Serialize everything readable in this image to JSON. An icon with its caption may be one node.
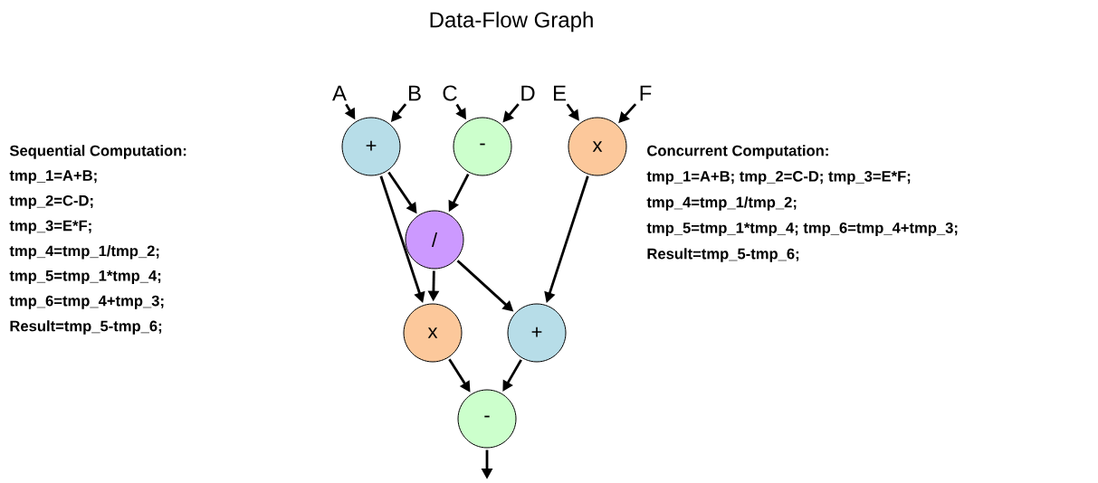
{
  "diagram": {
    "title": "Data-Flow Graph",
    "nodes": [
      {
        "text": [
          "A"
        ]
      },
      {
        "text": [
          "B"
        ]
      },
      {
        "text": [
          "C"
        ]
      },
      {
        "text": [
          "D"
        ]
      },
      {
        "text": [
          "E"
        ]
      },
      {
        "text": [
          "F"
        ]
      },
      {
        "text": [
          "+"
        ]
      },
      {
        "text": [
          "-"
        ]
      },
      {
        "text": [
          "x"
        ]
      },
      {
        "text": [
          "/"
        ]
      },
      {
        "text": [
          "x"
        ]
      },
      {
        "text": [
          "+"
        ]
      },
      {
        "text": [
          "-"
        ]
      }
    ],
    "edges": [
      {
        "from": 0,
        "to": 6,
        "arrow": "to"
      },
      {
        "from": 1,
        "to": 6,
        "arrow": "to"
      },
      {
        "from": 2,
        "to": 7,
        "arrow": "to"
      },
      {
        "from": 3,
        "to": 7,
        "arrow": "to"
      },
      {
        "from": 4,
        "to": 8,
        "arrow": "to"
      },
      {
        "from": 5,
        "to": 8,
        "arrow": "to"
      },
      {
        "from": 6,
        "to": 9,
        "arrow": "to"
      },
      {
        "from": 7,
        "to": 9,
        "arrow": "to"
      },
      {
        "from": 6,
        "to": 10,
        "arrow": "to"
      },
      {
        "from": 9,
        "to": 10,
        "arrow": "to"
      },
      {
        "from": 9,
        "to": 11,
        "arrow": "to"
      },
      {
        "from": 8,
        "to": 11,
        "arrow": "to"
      },
      {
        "from": 10,
        "to": 12,
        "arrow": "to"
      },
      {
        "from": 11,
        "to": 12,
        "arrow": "to"
      },
      {
        "from": 12,
        "to": null,
        "arrow": "to"
      }
    ],
    "labels": [
      "Sequential Computation:",
      "tmp_1=A+B;",
      "tmp_2=C-D;",
      "tmp_3=E*F;",
      "tmp_4=tmp_1/tmp_2;",
      "tmp_5=tmp_1*tmp_4;",
      "tmp_6=tmp_4+tmp_3;",
      "Result=tmp_5-tmp_6;",
      "Concurrent Computation:",
      "tmp_1=A+B; tmp_2=C-D; tmp_3=E*F;",
      "tmp_4=tmp_1/tmp_2;",
      "tmp_5=tmp_1*tmp_4; tmp_6=tmp_4+tmp_3;",
      "Result=tmp_5-tmp_6;"
    ]
  }
}
